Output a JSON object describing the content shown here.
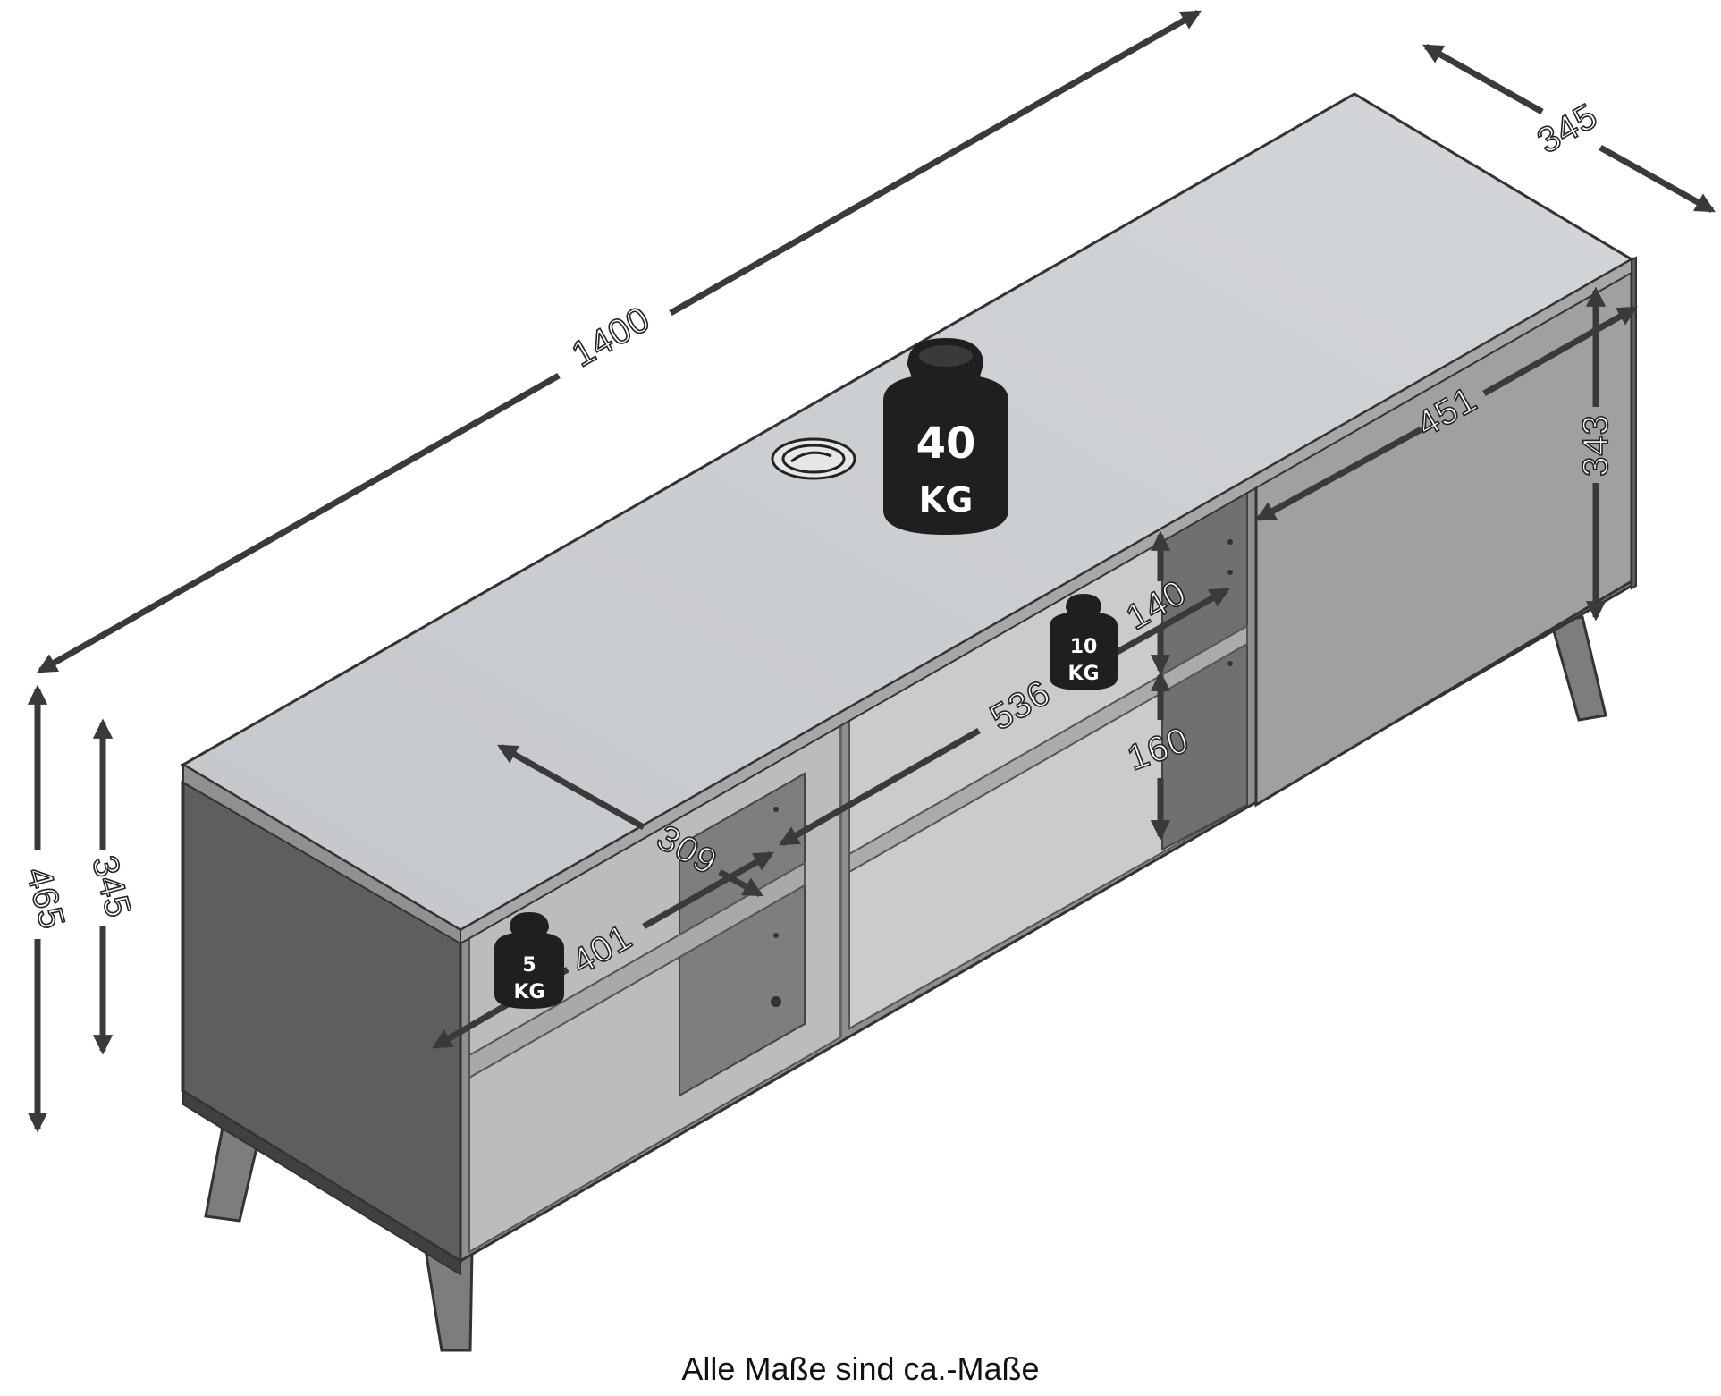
{
  "dimensions": {
    "width": "1400",
    "depth": "345",
    "total_height": "465",
    "body_height": "345",
    "door_width": "451",
    "door_height": "343",
    "shelf_upper": "140",
    "shelf_lower": "160",
    "middle_width": "536",
    "left_depth": "309",
    "left_width": "401"
  },
  "loads": {
    "top": {
      "value": "40",
      "unit": "KG"
    },
    "middle_shelf": {
      "value": "10",
      "unit": "KG"
    },
    "left_shelf": {
      "value": "5",
      "unit": "KG"
    }
  },
  "colors": {
    "top_surface": "#c9ccd0",
    "front_panel": "#8e8f91",
    "side_panel": "#5d5e60",
    "arrow": "#3a3a3a",
    "weight": "#1f1f1f"
  },
  "caption": "Alle Maße sind ca.-Maße"
}
